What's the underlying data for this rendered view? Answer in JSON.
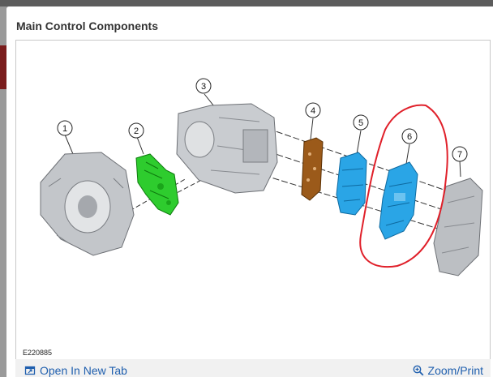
{
  "modal": {
    "title": "Main Control Components"
  },
  "figure": {
    "id_label": "E220885",
    "callouts": [
      "1",
      "2",
      "3",
      "4",
      "5",
      "6",
      "7"
    ],
    "highlight_color": "#e0202a",
    "component_colors": {
      "green_part": "#2ecc2e",
      "brown_part": "#9b5a1a",
      "blue_parts": "#2aa5e6",
      "gray_parts": "#b9bcc0"
    }
  },
  "actions": {
    "open_new_tab": "Open In New Tab",
    "zoom_print": "Zoom/Print"
  },
  "icons": {
    "open_new_tab": "external-window-icon",
    "zoom_print": "magnifier-plus-icon"
  }
}
